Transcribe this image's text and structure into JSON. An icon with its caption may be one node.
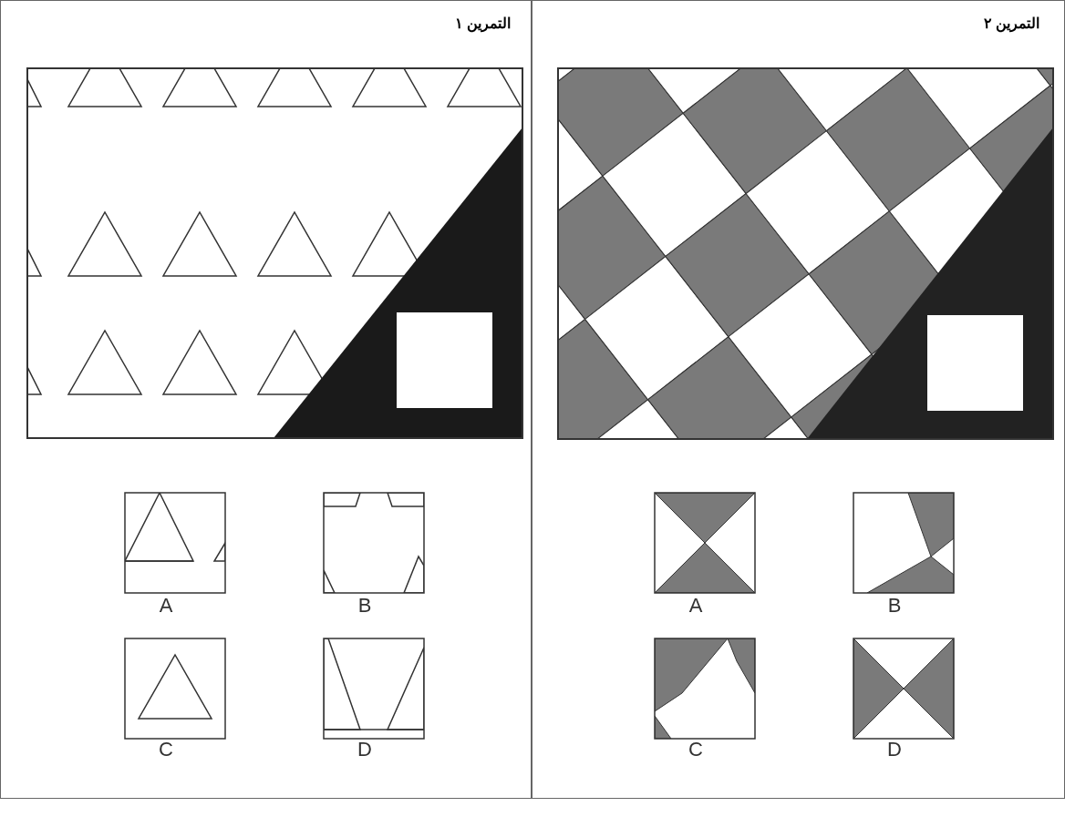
{
  "diagram": {
    "labels": [
      "التمرين ١",
      "A",
      "B",
      "C",
      "D",
      "التمرين ٢",
      "A",
      "B",
      "C",
      "D"
    ]
  }
}
